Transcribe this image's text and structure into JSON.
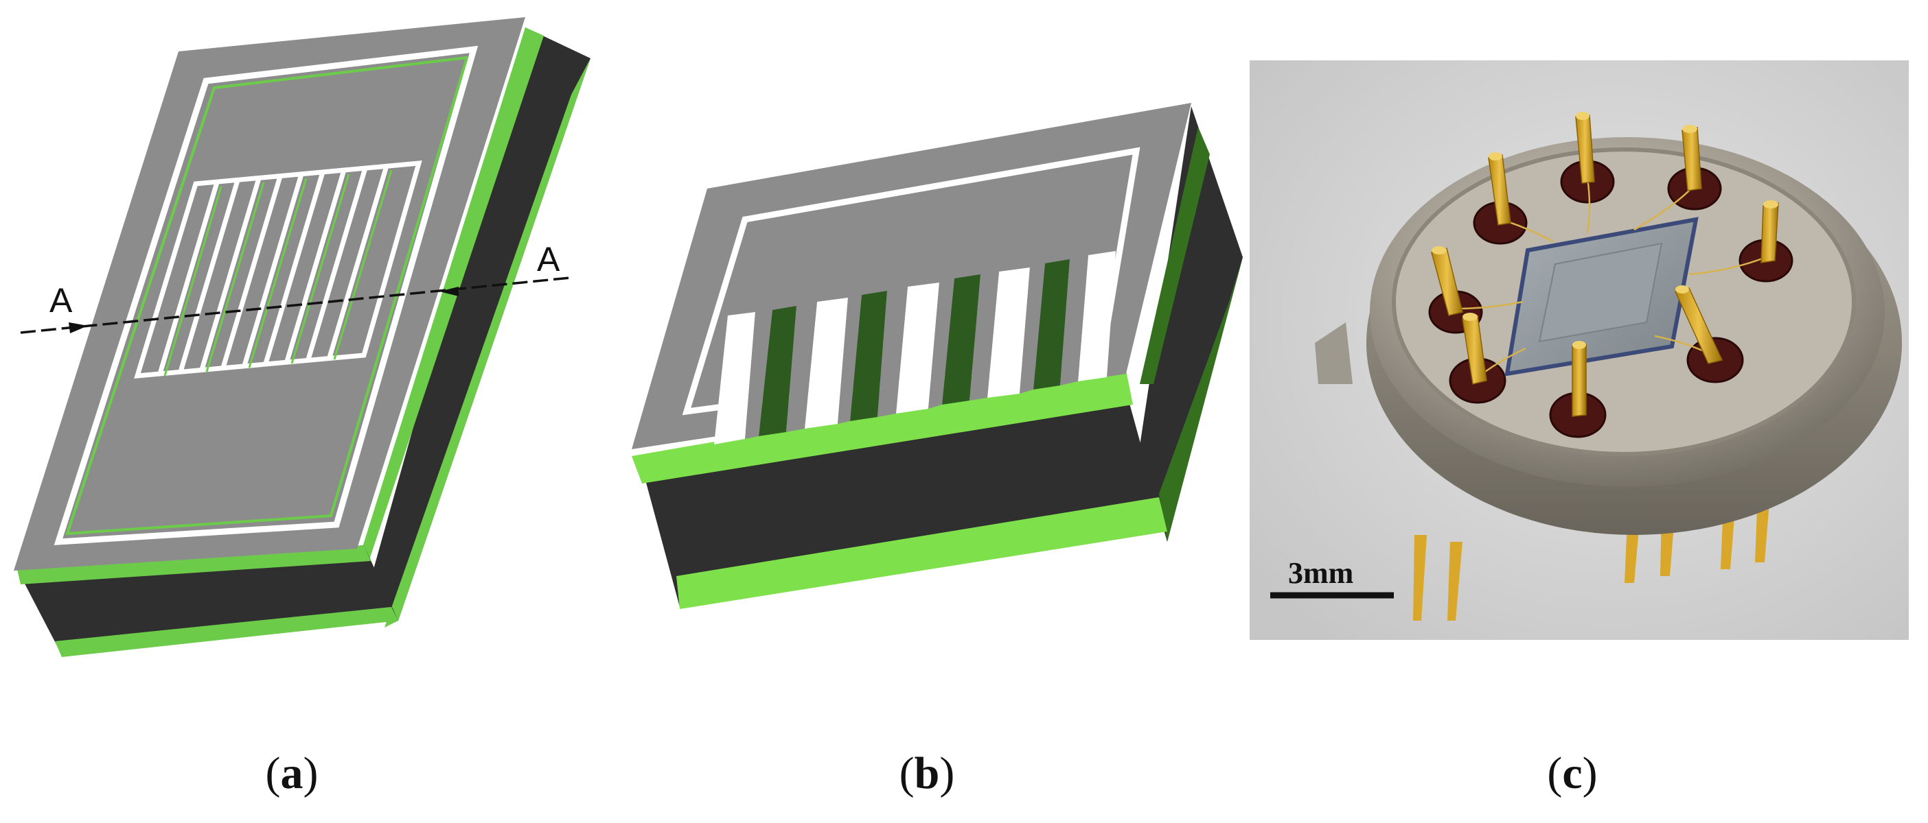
{
  "panels": [
    {
      "id": "a",
      "caption_letter": "a"
    },
    {
      "id": "b",
      "caption_letter": "b"
    },
    {
      "id": "c",
      "caption_letter": "c"
    }
  ],
  "section_line": {
    "label_left": "A",
    "label_right": "A"
  },
  "photo": {
    "scale_bar_label": "3mm"
  },
  "colors": {
    "top_face": "#8c8c8c",
    "side_dark": "#2f2f2f",
    "green_layer": "#6ccc4a",
    "green_bright": "#7ee04a",
    "trench_white": "#ffffff"
  }
}
